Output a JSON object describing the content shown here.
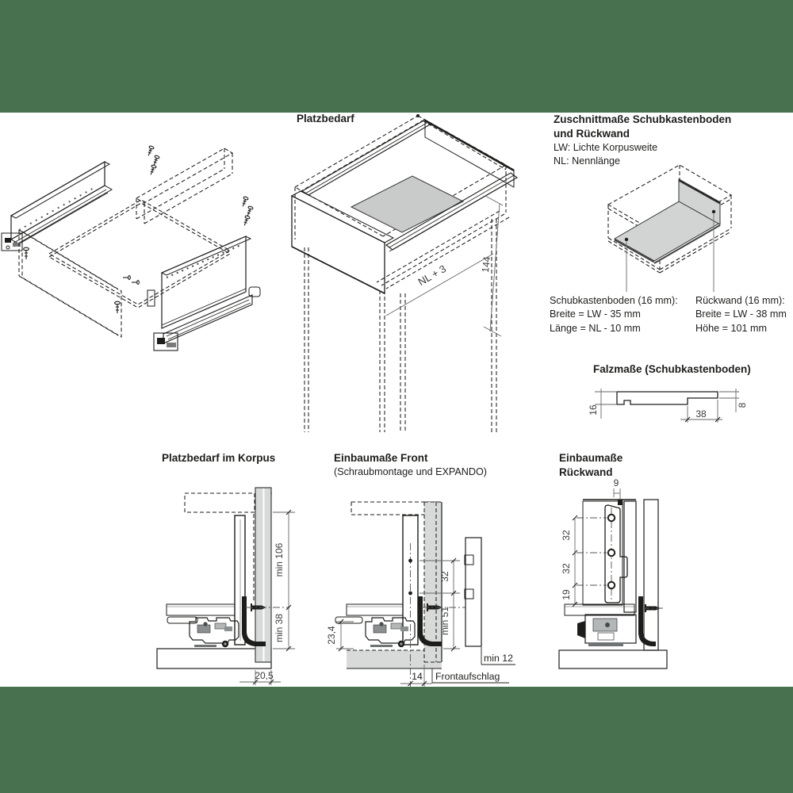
{
  "colors": {
    "band_green": "#48714f",
    "panel_gray": "#d8dad9",
    "iso_gray": "#d2d4d3",
    "bottom_gray": "#c9cbca",
    "slide_gray": "#9da1a2",
    "line": "#1d1d1b"
  },
  "platzbedarf": {
    "title": "Platzbedarf",
    "dim_height": "144",
    "dim_length": "NL + 3"
  },
  "zuschnitt": {
    "title1": "Zuschnittmaße Schubkastenboden",
    "title2": "und Rückwand",
    "lw": "LW: Lichte Korpusweite",
    "nl": "NL: Nennlänge",
    "boden_title": "Schubkastenboden (16 mm):",
    "boden_breite": "Breite = LW - 35 mm",
    "boden_laenge": "Länge = NL - 10 mm",
    "rueck_title": "Rückwand (16 mm):",
    "rueck_breite": "Breite = LW - 38 mm",
    "rueck_hoehe": "Höhe = 101 mm"
  },
  "falz": {
    "title": "Falzmaße (Schubkastenboden)",
    "dim_left": "16",
    "dim_bottom": "38",
    "dim_right": "8"
  },
  "korpus": {
    "title": "Platzbedarf im Korpus",
    "dim_top": "min 106",
    "dim_mid": "min 38",
    "dim_bottom": "20,5"
  },
  "front": {
    "title": "Einbaumaße Front",
    "subtitle": "(Schraubmontage und EXPANDO)",
    "dim_left": "23,4",
    "dim_32": "32",
    "dim_min51": "min 51",
    "dim_min12": "min 12",
    "dim_14": "14",
    "label_frontaufschlag": "Frontaufschlag"
  },
  "rueckwand": {
    "title1": "Einbaumaße",
    "title2": "Rückwand",
    "dim_9": "9",
    "dim_32a": "32",
    "dim_32b": "32",
    "dim_19": "19"
  }
}
